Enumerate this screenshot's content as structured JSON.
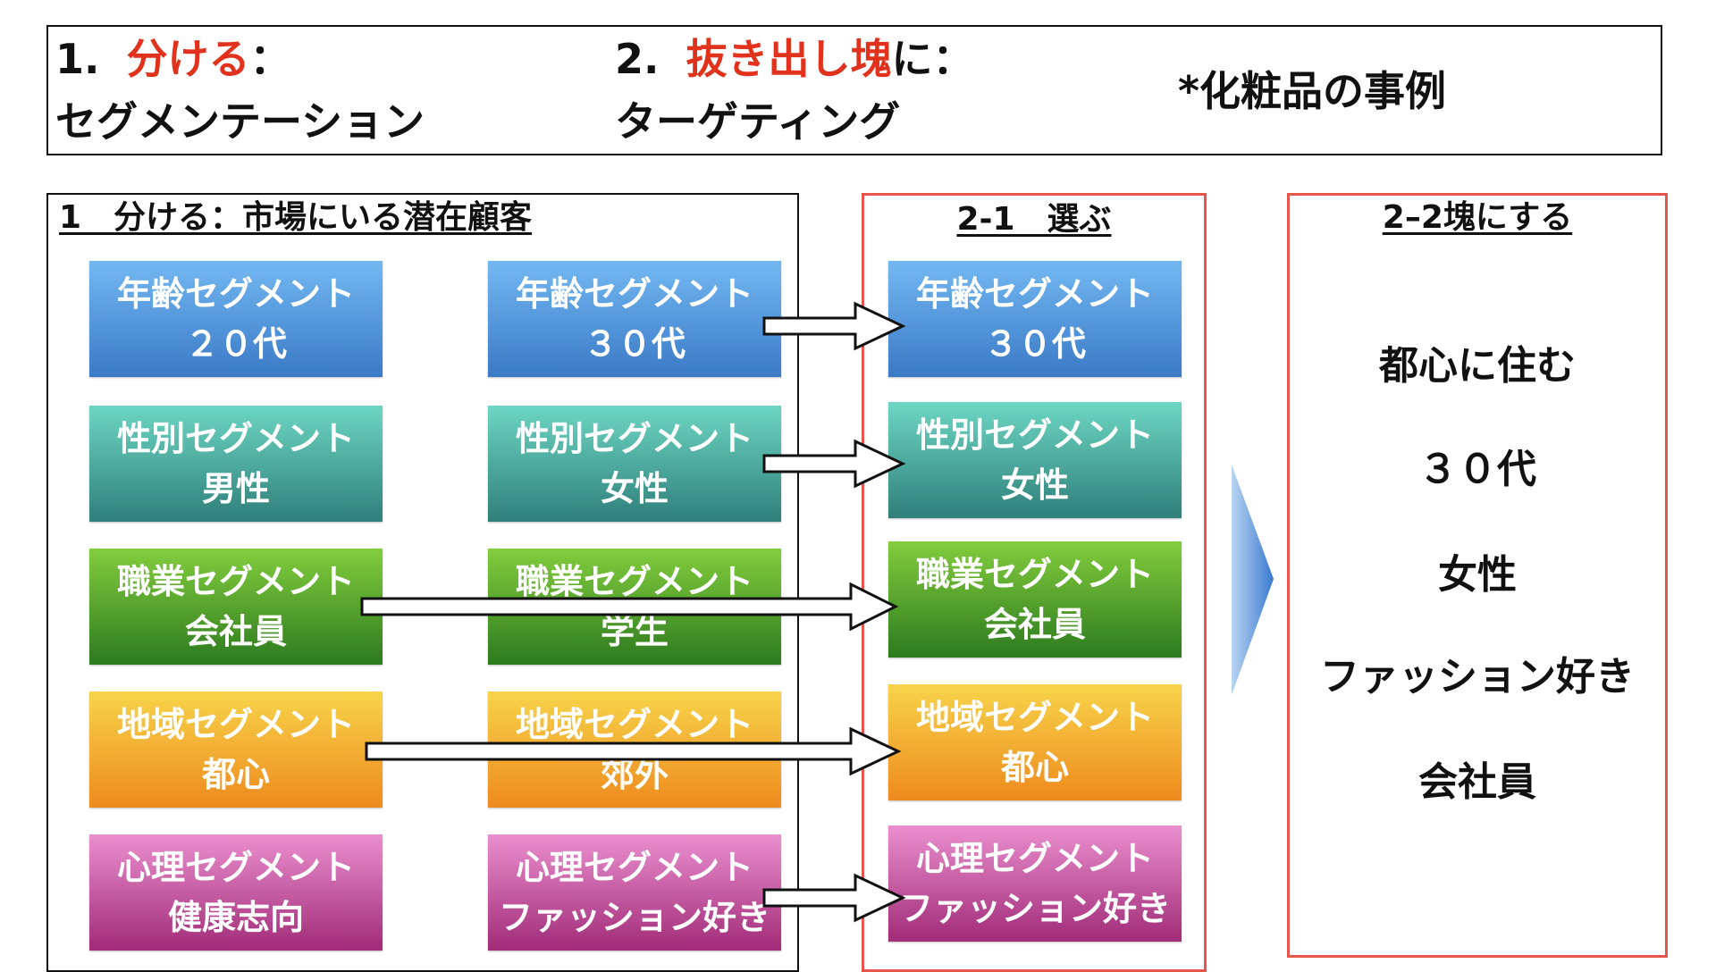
{
  "header": {
    "item1_number": "1.",
    "item1_highlight": "分ける",
    "item1_colon": "：",
    "item1_sub": "セグメンテーション",
    "item2_number": "2.",
    "item2_highlight": "抜き出し塊",
    "item2_suffix": "に：",
    "item2_sub": "ターゲティング",
    "note": "*化粧品の事例"
  },
  "colors": {
    "highlight": "#e0321c",
    "panel_border_red": "#e8554c",
    "panel_border_black": "#111111"
  },
  "panel1": {
    "title": "1　分ける：市場にいる潜在顧客",
    "left_column": [
      {
        "title": "年齢セグメント",
        "value": "２０代",
        "color": "blue"
      },
      {
        "title": "性別セグメント",
        "value": "男性",
        "color": "teal"
      },
      {
        "title": "職業セグメント",
        "value": "会社員",
        "color": "green"
      },
      {
        "title": "地域セグメント",
        "value": "都心",
        "color": "orange"
      },
      {
        "title": "心理セグメント",
        "value": "健康志向",
        "color": "pink"
      }
    ],
    "right_column": [
      {
        "title": "年齢セグメント",
        "value": "３０代",
        "color": "blue"
      },
      {
        "title": "性別セグメント",
        "value": "女性",
        "color": "teal"
      },
      {
        "title": "職業セグメント",
        "value": "学生",
        "color": "green"
      },
      {
        "title": "地域セグメント",
        "value": "郊外",
        "color": "orange"
      },
      {
        "title": "心理セグメント",
        "value": "ファッション好き",
        "color": "pink"
      }
    ]
  },
  "panel2": {
    "title": "2-1　選ぶ",
    "items": [
      {
        "title": "年齢セグメント",
        "value": "３０代",
        "color": "blue"
      },
      {
        "title": "性別セグメント",
        "value": "女性",
        "color": "teal"
      },
      {
        "title": "職業セグメント",
        "value": "会社員",
        "color": "green"
      },
      {
        "title": "地域セグメント",
        "value": "都心",
        "color": "orange"
      },
      {
        "title": "心理セグメント",
        "value": "ファッション好き",
        "color": "pink"
      }
    ]
  },
  "panel3": {
    "title": "2–2塊にする",
    "items": [
      "都心に住む",
      "３０代",
      "女性",
      "ファッション好き",
      "会社員"
    ]
  }
}
